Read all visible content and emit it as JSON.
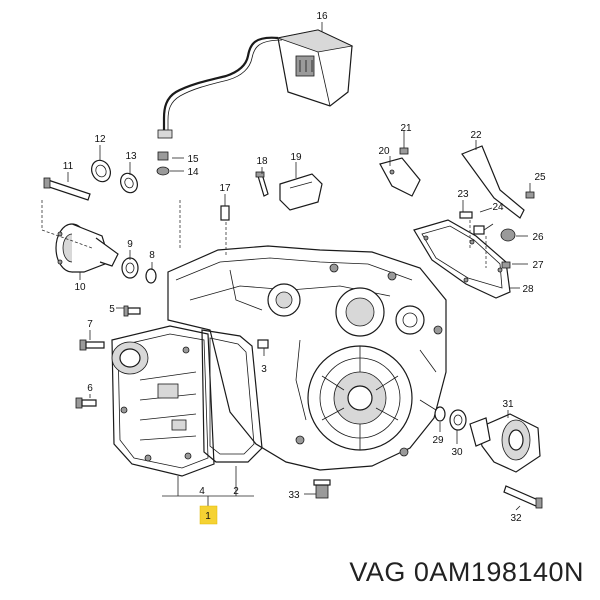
{
  "caption": "VAG 0AM198140N",
  "highlight_color": "#f5d233",
  "labels": {
    "l1": "1",
    "l2": "2",
    "l3": "3",
    "l4": "4",
    "l5": "5",
    "l6": "6",
    "l7": "7",
    "l8": "8",
    "l9": "9",
    "l10": "10",
    "l11": "11",
    "l12": "12",
    "l13": "13",
    "l14": "14",
    "l15": "15",
    "l16": "16",
    "l17": "17",
    "l18": "18",
    "l19": "19",
    "l20": "20",
    "l21": "21",
    "l22": "22",
    "l23": "23",
    "l24": "24",
    "l25": "25",
    "l26": "26",
    "l27": "27",
    "l28": "28",
    "l29": "29",
    "l30": "30",
    "l31": "31",
    "l32": "32",
    "l33": "33"
  }
}
